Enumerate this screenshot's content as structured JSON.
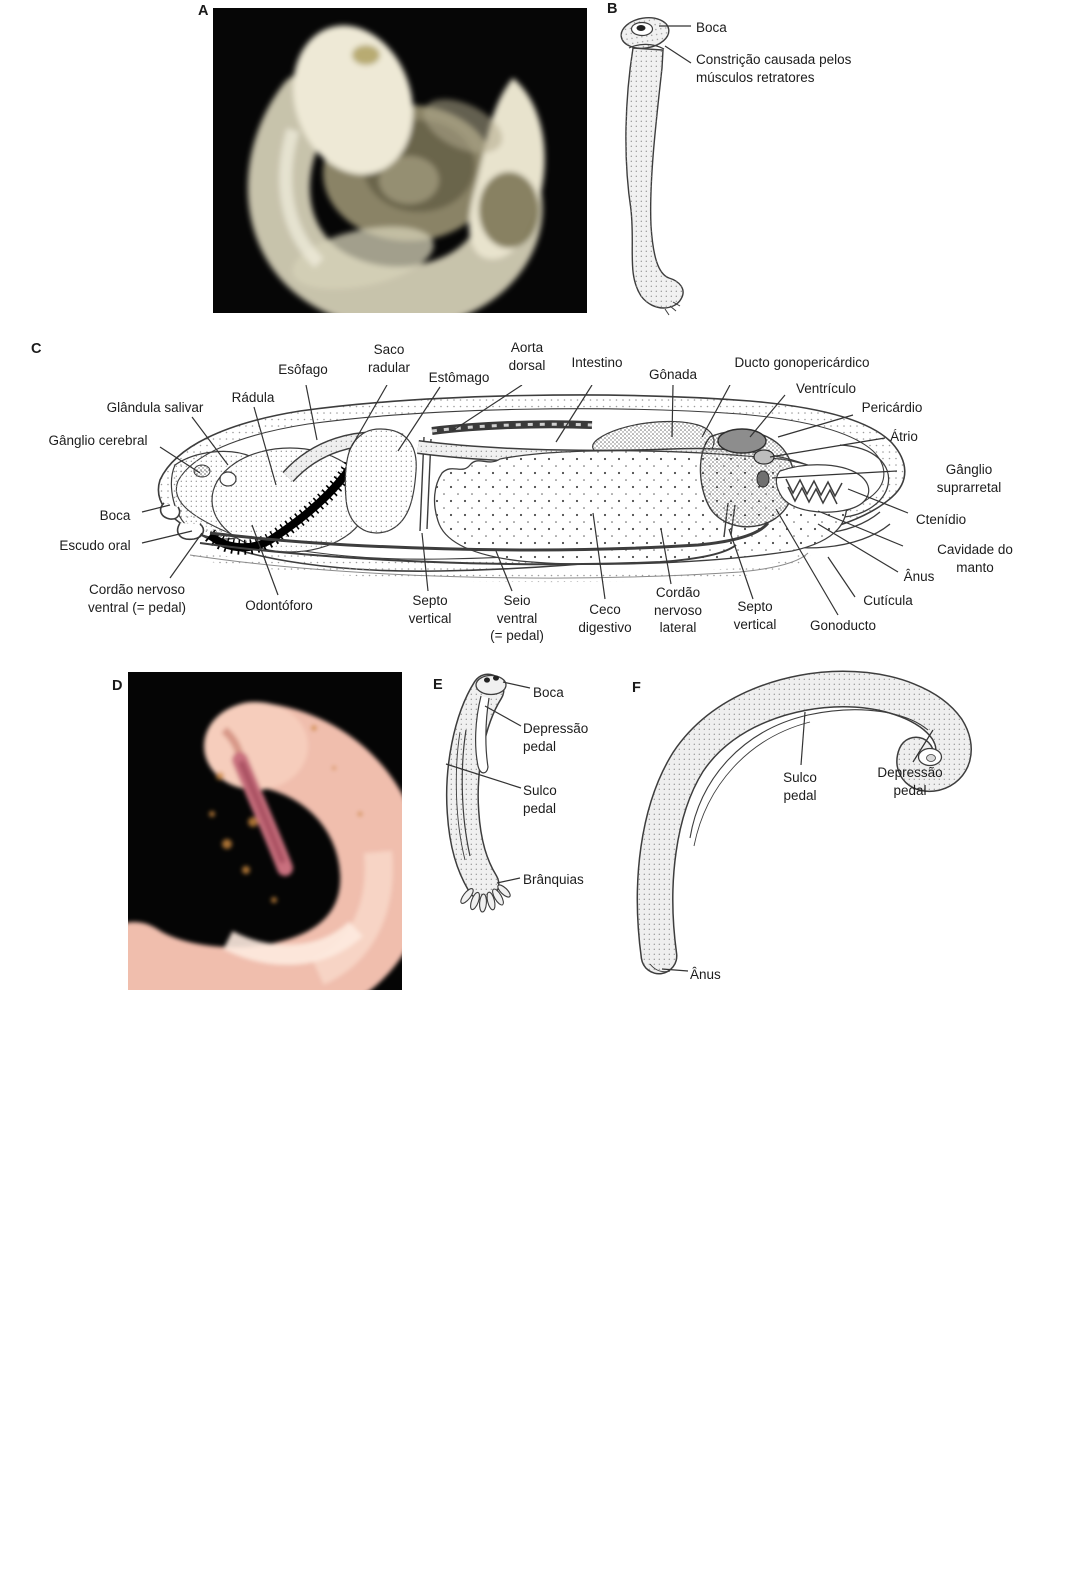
{
  "accent_colors": {
    "line_art_stroke": "#3d3d3d",
    "photoA_body": "#e9e4cf",
    "photoA_center": "#6b654c",
    "photoD_body": "#f0bead",
    "photoD_groove": "#ab5264",
    "photo_background": "#060606"
  },
  "panels": {
    "A": {
      "letter": "A"
    },
    "B": {
      "letter": "B",
      "labels": {
        "boca": "Boca",
        "constricao": "Constrição causada pelos\nmúsculos retratores"
      }
    },
    "C": {
      "letter": "C",
      "labels": {
        "glandula_salivar": "Glândula salivar",
        "ganglio_cerebral": "Gânglio cerebral",
        "boca": "Boca",
        "escudo_oral": "Escudo oral",
        "cordao_nervoso_ventral": "Cordão nervoso\nventral (= pedal)",
        "odontoforo": "Odontóforo",
        "radula": "Rádula",
        "esofago": "Esôfago",
        "saco_radular": "Saco\nradular",
        "estomago": "Estômago",
        "aorta_dorsal": "Aorta\ndorsal",
        "intestino": "Intestino",
        "gonada": "Gônada",
        "ducto_gonopericardico": "Ducto gonopericárdico",
        "ventriculo": "Ventrículo",
        "pericardio": "Pericárdio",
        "atrio": "Átrio",
        "ganglio_suprarretal": "Gânglio suprarretal",
        "ctenidio": "Ctenídio",
        "cavidade_do_manto": "Cavidade do manto",
        "anus": "Ânus",
        "cuticula": "Cutícula",
        "gonoducto": "Gonoducto",
        "septo_vertical_direito": "Septo\nvertical",
        "cordao_nervoso_lateral": "Cordão\nnervoso\nlateral",
        "ceco_digestivo": "Ceco\ndigestivo",
        "seio_ventral": "Seio\nventral\n(= pedal)",
        "septo_vertical_esquerdo": "Septo\nvertical"
      }
    },
    "D": {
      "letter": "D"
    },
    "E": {
      "letter": "E",
      "labels": {
        "boca": "Boca",
        "depressao_pedal": "Depressão\npedal",
        "sulco_pedal": "Sulco\npedal",
        "branquias": "Brânquias"
      }
    },
    "F": {
      "letter": "F",
      "labels": {
        "sulco_pedal": "Sulco\npedal",
        "depressao_pedal": "Depressão\npedal",
        "anus": "Ânus"
      }
    }
  }
}
